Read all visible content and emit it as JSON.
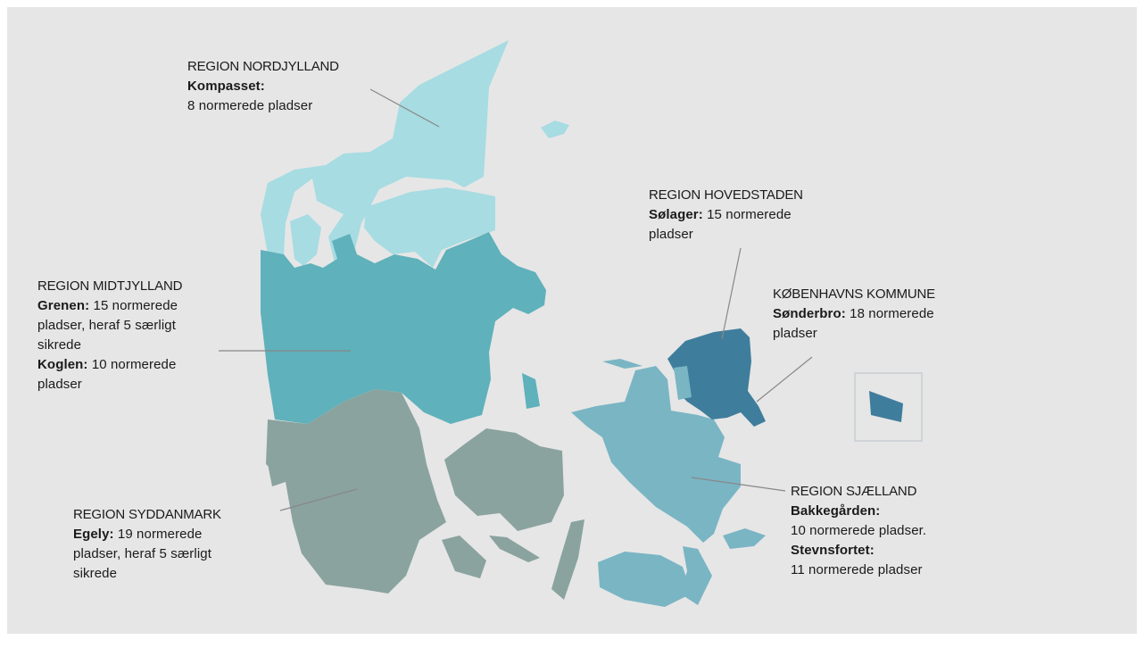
{
  "colors": {
    "background": "#e6e6e6",
    "nordjylland": "#a6dce2",
    "midtjylland": "#5fb1bb",
    "syddanmark": "#8aa39f",
    "sjaelland": "#7ab5c4",
    "hovedstaden": "#3f7d9c",
    "leader_line": "#888888"
  },
  "regions": {
    "nordjylland": {
      "name": "REGION NORDJYLLAND",
      "facility1_name": "Kompasset:",
      "facility1_text": "8 normerede pladser"
    },
    "midtjylland": {
      "name": "REGION MIDTJYLLAND",
      "facility1_name": "Grenen:",
      "facility1_text": "15 normerede",
      "facility1_line2": "pladser, heraf 5 særligt",
      "facility1_line3": "sikrede",
      "facility2_name": "Koglen:",
      "facility2_text": "10 normerede",
      "facility2_line2": "pladser"
    },
    "syddanmark": {
      "name": "REGION SYDDANMARK",
      "facility1_name": "Egely:",
      "facility1_text": "19 normerede",
      "facility1_line2": "pladser, heraf 5 særligt",
      "facility1_line3": "sikrede"
    },
    "hovedstaden": {
      "name": "REGION HOVEDSTADEN",
      "facility1_name": "Sølager:",
      "facility1_text": "15 normerede",
      "facility1_line2": "pladser"
    },
    "koebenhavn": {
      "name": "KØBENHAVNS KOMMUNE",
      "facility1_name": "Sønderbro:",
      "facility1_text": "18 normerede",
      "facility1_line2": "pladser"
    },
    "sjaelland": {
      "name": "REGION SJÆLLAND",
      "facility1_name": "Bakkegården:",
      "facility1_text": "10 normerede pladser.",
      "facility2_name": "Stevnsfortet:",
      "facility2_text": "11 normerede pladser"
    }
  }
}
